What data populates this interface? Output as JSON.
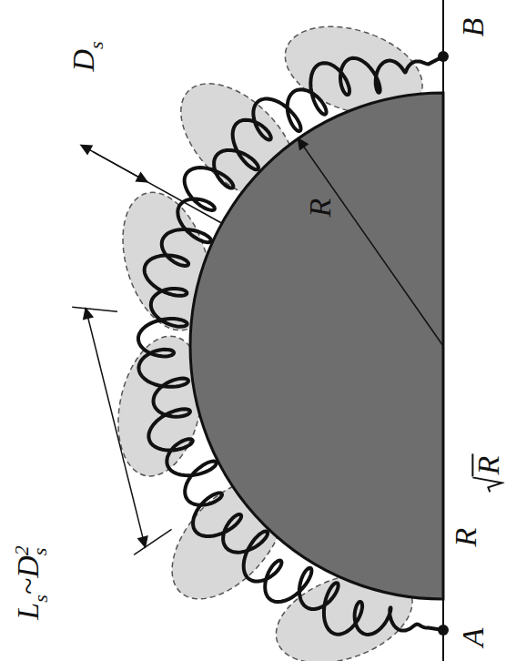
{
  "diagram": {
    "labels": [
      "L",
      "s",
      "~D",
      "2",
      "s",
      "D",
      "s",
      "R",
      "A",
      "B",
      "R",
      "R"
    ]
  }
}
